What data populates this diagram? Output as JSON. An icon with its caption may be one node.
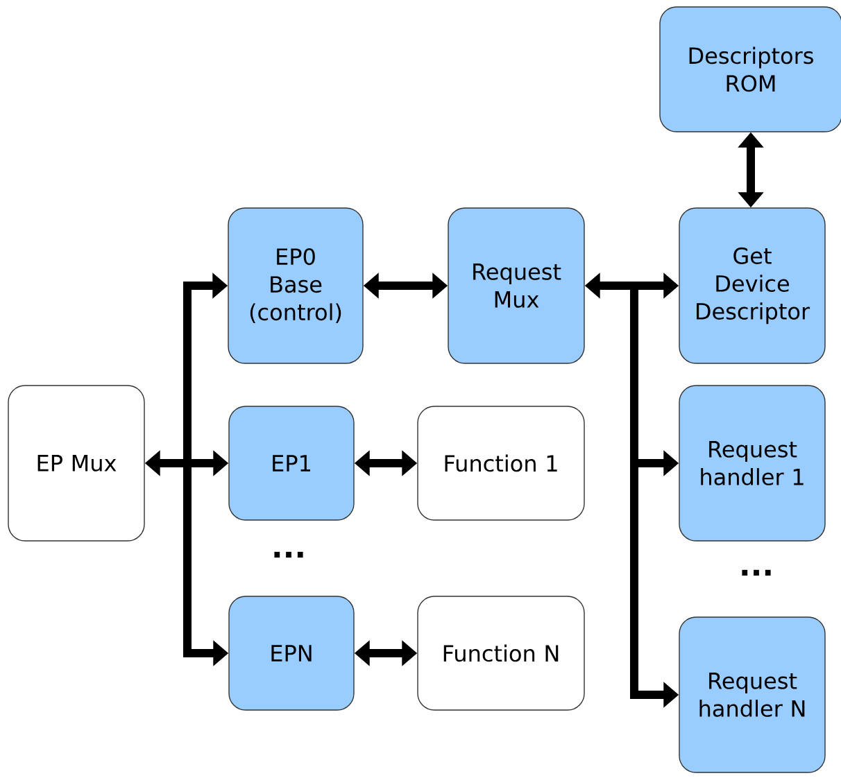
{
  "diagram": {
    "nodes": [
      {
        "text": [
          "EP Mux"
        ]
      },
      {
        "text": [
          "EP0 Base (control)"
        ]
      },
      {
        "text": [
          "Request Mux"
        ]
      },
      {
        "text": [
          "Descriptors ROM"
        ]
      },
      {
        "text": [
          "Get Device Descriptor"
        ]
      },
      {
        "text": [
          "EP1"
        ]
      },
      {
        "text": [
          "Function 1"
        ]
      },
      {
        "text": [
          "Request handler 1"
        ]
      },
      {
        "text": [
          "EPN"
        ]
      },
      {
        "text": [
          "Function N"
        ]
      },
      {
        "text": [
          "Request handler N"
        ]
      }
    ],
    "edges": [
      {
        "from": 0,
        "to": 1,
        "arrow": "both"
      },
      {
        "from": 0,
        "to": 5,
        "arrow": "both"
      },
      {
        "from": 0,
        "to": 8,
        "arrow": "both"
      },
      {
        "from": 1,
        "to": 2,
        "arrow": "both"
      },
      {
        "from": 2,
        "to": 4,
        "arrow": "both"
      },
      {
        "from": 2,
        "to": 7,
        "arrow": "both"
      },
      {
        "from": 2,
        "to": 10,
        "arrow": "both"
      },
      {
        "from": 3,
        "to": 4,
        "arrow": "both"
      },
      {
        "from": 5,
        "to": 6,
        "arrow": "both"
      },
      {
        "from": 8,
        "to": 9,
        "arrow": "both"
      }
    ],
    "labels": [
      "...",
      "..."
    ]
  }
}
